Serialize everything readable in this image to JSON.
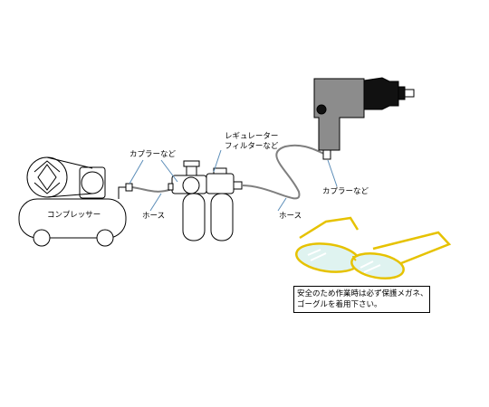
{
  "labels": {
    "compressor": "コンプレッサー",
    "coupler_left": "カプラーなど",
    "hose_left": "ホース",
    "regulator_line1": "レギュレーター",
    "regulator_line2": "フィルターなど",
    "coupler_right": "カプラーなど",
    "hose_right": "ホース"
  },
  "safety_note": {
    "line1": "安全のため作業時は必ず保護メガネ、",
    "line2": "ゴーグルを着用下さい。"
  },
  "colors": {
    "line": "#000000",
    "hose": "#7f7f7f",
    "tool_body": "#8c8c8c",
    "tool_head": "#111111",
    "goggles": "#e6c200",
    "lens_tint": "#dff3f0",
    "leader": "#5b8db8"
  }
}
